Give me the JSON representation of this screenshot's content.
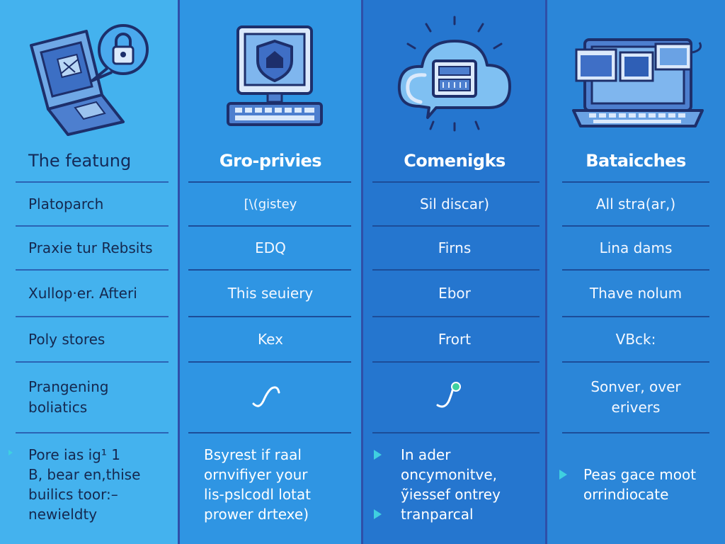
{
  "columns": [
    {
      "header": "The featung",
      "rows": [
        "Platoparch",
        "Praxie tur Rebsits",
        "Xullop·er. Afteri",
        "Poly stores",
        "Prangening\nboliatics"
      ],
      "footer": "Pore ias ig¹ 1\nB, bear en,thise\nbuilics toor:–\nnewieldty",
      "icon": "laptop-lock-icon"
    },
    {
      "header": "Gro-privies",
      "rows": [
        "[\\(gistey",
        "EDQ",
        "This seuiery",
        "Kex"
      ],
      "footer": "Bsyrest if raal\nornvifiyer your\nlis-pslcodl lotat\nprower drtexe)",
      "icon": "shield-monitor-icon"
    },
    {
      "header": "Comenigks",
      "rows": [
        "Sil discar)",
        "Firns",
        "Ebor",
        "Frort"
      ],
      "footer": "In ader\noncymonitve,\nỹiessef ontrey\ntranparcal",
      "icon": "cloud-server-icon"
    },
    {
      "header": "Bataicches",
      "rows": [
        "All stra(ar,)",
        "Lina dams",
        "Thave nolum",
        "VBck:",
        "Sonver, over\nerivers"
      ],
      "footer": "Peas gace moot\norrindiocate",
      "icon": "laptop-windows-icon"
    }
  ],
  "colors": {
    "col1": "#44b2ee",
    "col2": "#2f95e3",
    "col3": "#2576cf",
    "col4": "#2b86d8",
    "separator": "#2f4fa8",
    "bullet": "#3fd0e0"
  }
}
